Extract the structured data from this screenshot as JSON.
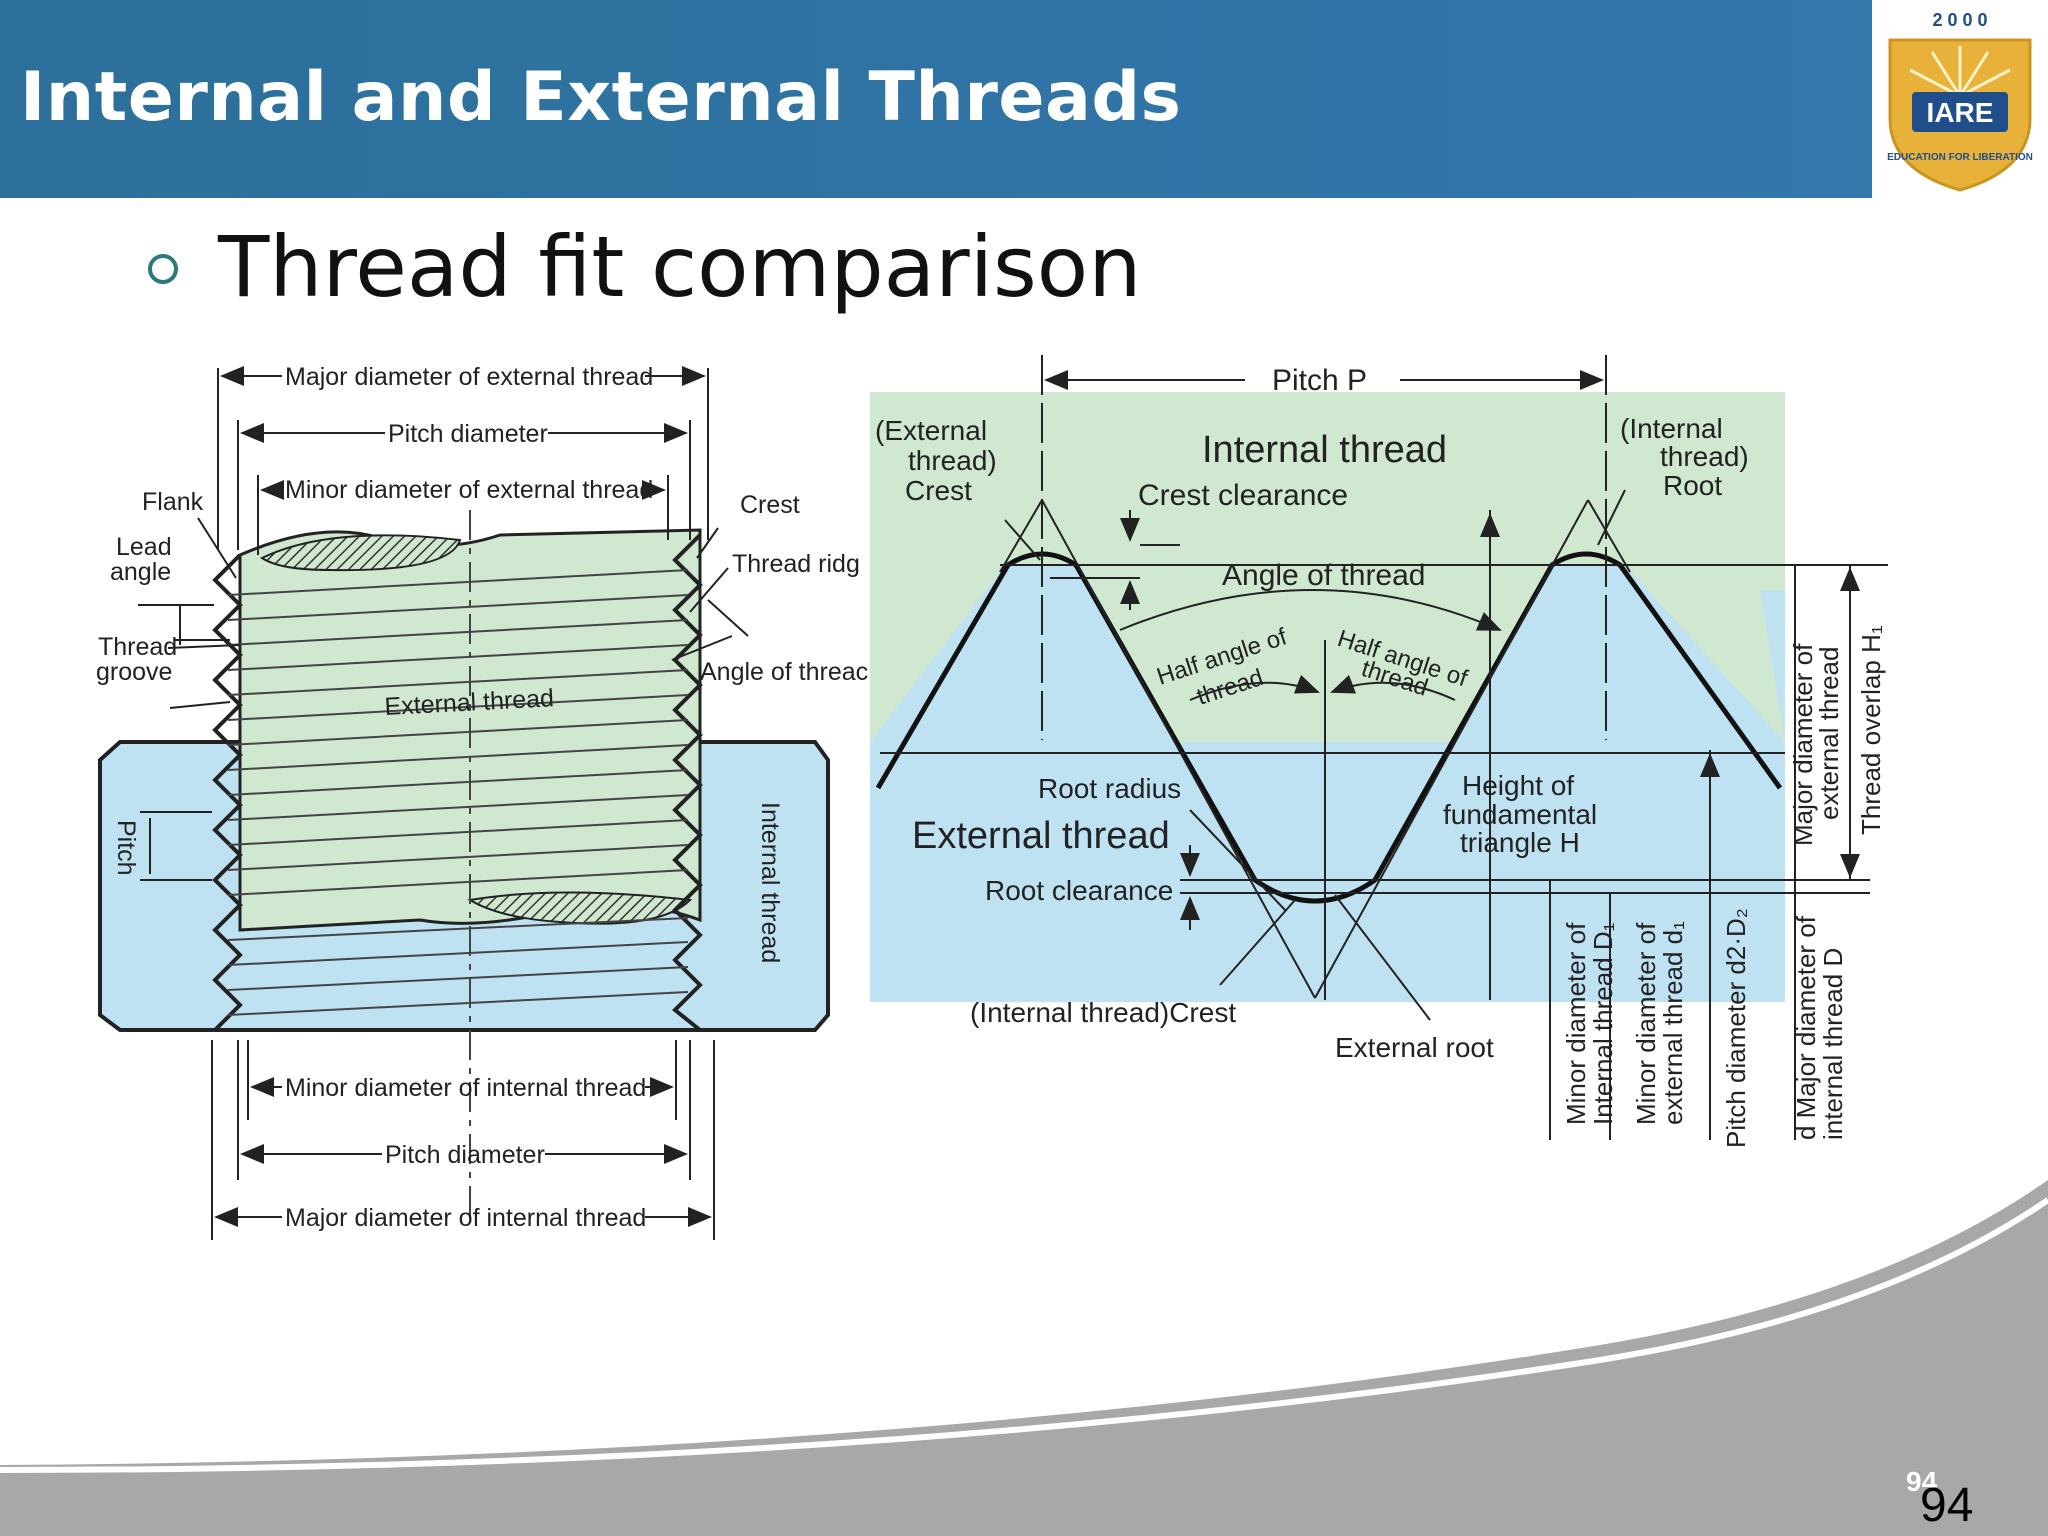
{
  "header": {
    "title": "Internal and External Threads"
  },
  "logo": {
    "year": "2 0 0 0",
    "name": "IARE",
    "motto": "EDUCATION FOR LIBERATION"
  },
  "bullet": {
    "text": "Thread fit comparison"
  },
  "left_diagram": {
    "major_ext": "Major diameter of external thread",
    "pitch_dia_top": "Pitch diameter",
    "minor_ext": "Minor diameter of external thread",
    "flank": "Flank",
    "lead_angle_1": "Lead",
    "lead_angle_2": "angle",
    "thread_groove_1": "Thread",
    "thread_groove_2": "groove",
    "crest": "Crest",
    "thread_ridge": "Thread ridg",
    "angle_of_thread": "Angle of threac",
    "external_thread": "External thread",
    "pitch": "Pitch",
    "internal_thread": "Internal thread",
    "minor_int": "Minor diameter of internal thread",
    "pitch_dia_bottom": "Pitch diameter",
    "major_int": "Major diameter of internal thread"
  },
  "right_diagram": {
    "pitch_p": "Pitch P",
    "ext_crest_1": "(External",
    "ext_crest_2": "thread)",
    "ext_crest_3": "Crest",
    "internal_thread": "Internal thread",
    "int_root_1": "(Internal",
    "int_root_2": "thread)",
    "int_root_3": "Root",
    "crest_clearance": "Crest clearance",
    "angle_of_thread": "Angle of thread",
    "half_angle_l1": "Half angle of",
    "half_angle_l2": "thread",
    "half_angle_r1": "Half angle of",
    "half_angle_r2": "thread",
    "root_radius": "Root radius",
    "external_thread": "External thread",
    "height_1": "Height of",
    "height_2": "fundamental",
    "height_3": "triangle H",
    "root_clearance": "Root clearance",
    "int_crest": "(Internal thread)Crest",
    "external_root": "External root",
    "minor_int_1": "Minor diameter of",
    "minor_int_2": "Internal thread D₁",
    "minor_ext_1": "Minor diameter of",
    "minor_ext_2": "external thread d₁",
    "pitch_dia": "Pitch diameter d2·D₂",
    "major_int_1": "d Major diameter of",
    "major_int_2": "internal thread D",
    "major_ext_1": "Major diameter of",
    "major_ext_2": "external thread",
    "overlap": "Thread overlap H₁"
  },
  "footer": {
    "page_small": "94",
    "page_number": "94"
  },
  "colors": {
    "header_blue": "#2f74a5",
    "diagram_green": "#cfe8cf",
    "diagram_blue": "#bfe2f2",
    "footer_gray": "#a8a8a8",
    "bullet_teal": "#2a7a7a"
  }
}
